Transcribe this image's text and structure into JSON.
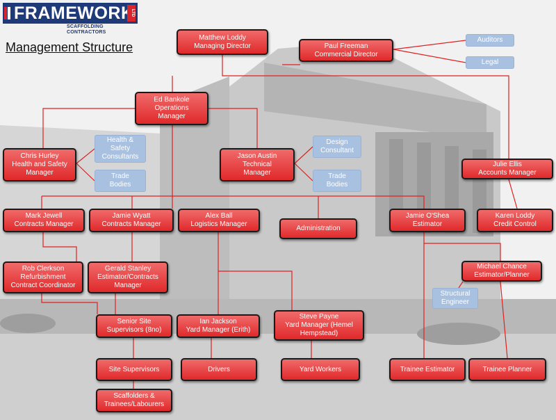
{
  "logo": {
    "brand": "FRAMEWORK",
    "badge": "LTD",
    "tagline": "SCAFFOLDING CONTRACTORS",
    "brand_blue": "#1f3a78",
    "brand_red": "#d9262c"
  },
  "title": "Management Structure",
  "colors": {
    "node_red": "#e0292b",
    "node_blue": "#a9c1e0",
    "line_red": "#e02020"
  },
  "nodes": {
    "md": [
      "Matthew Loddy",
      "Managing Director"
    ],
    "cd": [
      "Paul Freeman",
      "Commercial Director"
    ],
    "auditors": [
      "Auditors"
    ],
    "legal": [
      "Legal"
    ],
    "ops": [
      "Ed Bankole",
      "Operations",
      "Manager"
    ],
    "hs": [
      "Chris Hurley",
      "Health and Safety",
      "Manager"
    ],
    "hsc": [
      "Health &",
      "Safety",
      "Consultants"
    ],
    "tb1": [
      "Trade",
      "Bodies"
    ],
    "tech": [
      "Jason Austin",
      "Technical",
      "Manager"
    ],
    "design": [
      "Design",
      "Consultant"
    ],
    "tb2": [
      "Trade",
      "Bodies"
    ],
    "julie": [
      "Julie Ellis",
      "Accounts Manager"
    ],
    "mark": [
      "Mark Jewell",
      "Contracts Manager"
    ],
    "jamiew": [
      "Jamie Wyatt",
      "Contracts Manager"
    ],
    "alex": [
      "Alex Ball",
      "Logistics Manager"
    ],
    "admin": [
      "Administration"
    ],
    "jamieo": [
      "Jamie O'Shea",
      "Estimator"
    ],
    "karen": [
      "Karen Loddy",
      "Credit Control"
    ],
    "rob": [
      "Rob Clerkson",
      "Refurbishment",
      "Contract Coordinator"
    ],
    "gerald": [
      "Gerald Stanley",
      "Estimator/Contracts",
      "Manager"
    ],
    "michael": [
      "Michael Chance",
      "Estimator/Planner"
    ],
    "structural": [
      "Structural",
      "Engineer"
    ],
    "senior": [
      "Senior Site",
      "Supervisors  (8no)"
    ],
    "ian": [
      "Ian Jackson",
      "Yard Manager (Erith)"
    ],
    "steve": [
      "Steve Payne",
      "Yard Manager (Hemel",
      "Hempstead)"
    ],
    "site": [
      "Site Supervisors"
    ],
    "drivers": [
      "Drivers"
    ],
    "yard": [
      "Yard Workers"
    ],
    "testim": [
      "Trainee Estimator"
    ],
    "tplan": [
      "Trainee Planner"
    ],
    "scaff": [
      "Scaffolders &",
      "Trainees/Labourers"
    ]
  }
}
